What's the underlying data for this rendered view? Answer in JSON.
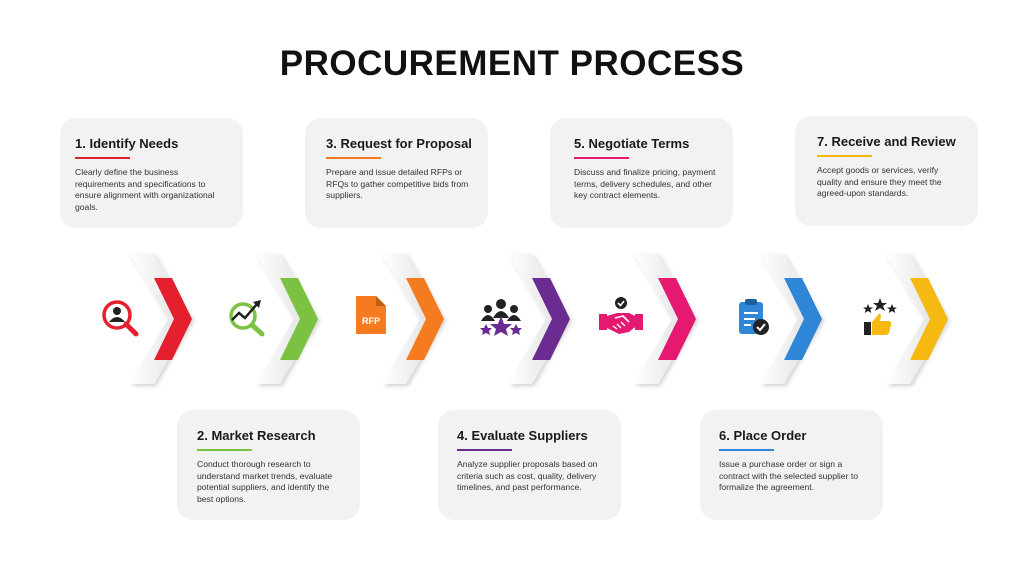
{
  "title": "PROCUREMENT PROCESS",
  "steps": [
    {
      "label": "1. Identify Needs",
      "desc": "Clearly define the business requirements and specifications to ensure alignment with organizational goals.",
      "color": "#e4202e",
      "icon": "magnifier-user-icon"
    },
    {
      "label": "2. Market Research",
      "desc": "Conduct thorough research to understand market trends, evaluate potential suppliers, and identify the best options.",
      "color": "#7cc242",
      "icon": "magnifier-trend-icon"
    },
    {
      "label": "3. Request for Proposal",
      "desc": "Prepare and issue detailed RFPs or RFQs to gather competitive bids from suppliers.",
      "color": "#f47b20",
      "icon": "rfp-document-icon",
      "icon_text": "RFP"
    },
    {
      "label": "4. Evaluate Suppliers",
      "desc": "Analyze supplier proposals based on criteria such as cost, quality, delivery timelines, and past performance.",
      "color": "#6a2c91",
      "icon": "team-star-icon"
    },
    {
      "label": "5. Negotiate Terms",
      "desc": "Discuss and finalize pricing, payment terms, delivery schedules, and other key contract elements.",
      "color": "#e5196f",
      "icon": "handshake-icon"
    },
    {
      "label": "6. Place Order",
      "desc": "Issue a purchase order or sign a contract with the selected supplier to formalize the agreement.",
      "color": "#2f86d6",
      "icon": "clipboard-check-icon"
    },
    {
      "label": "7. Receive and Review",
      "desc": "Accept goods or services, verify quality and ensure they meet the agreed-upon standards.",
      "color": "#f6b911",
      "icon": "thumbs-up-stars-icon"
    }
  ]
}
